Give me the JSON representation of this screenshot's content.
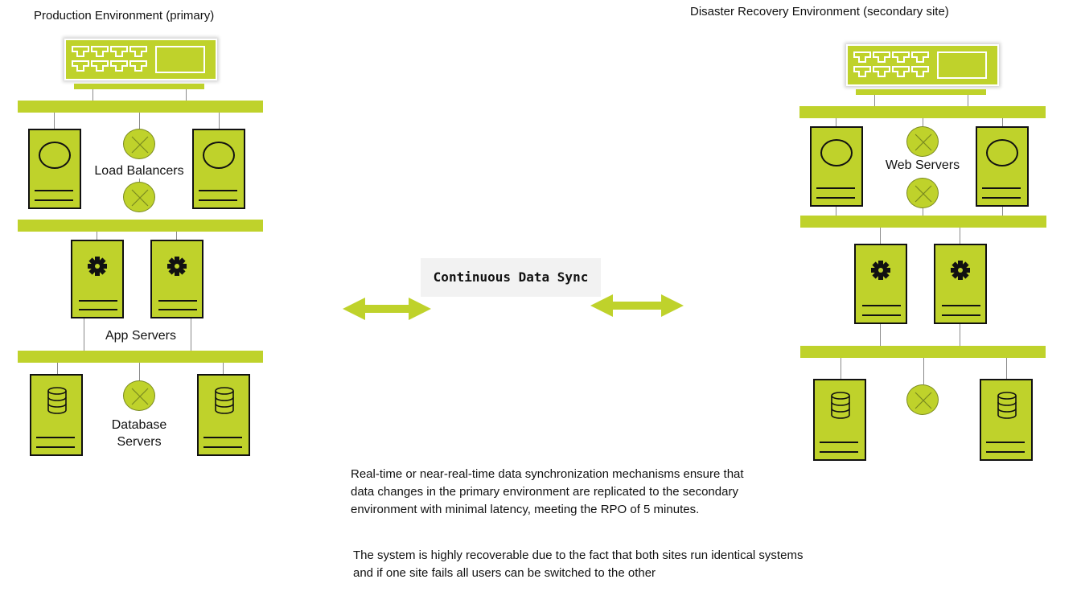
{
  "primary": {
    "title": "Production Environment (primary)",
    "load_balancers_label": "Load Balancers",
    "app_servers_label": "App Servers",
    "database_servers_label_line1": "Database",
    "database_servers_label_line2": "Servers"
  },
  "secondary": {
    "title": "Disaster Recovery Environment (secondary site)",
    "web_servers_label": "Web Servers"
  },
  "sync": {
    "label": "Continuous Data Sync"
  },
  "notes": {
    "paragraph1": "Real-time or near-real-time data synchronization mechanisms ensure that data changes in the primary environment are replicated to the secondary environment with minimal latency, meeting the RPO of 5 minutes.",
    "paragraph2": "The system is highly recoverable due to the fact that both sites run identical systems and if one site fails all users can be switched to the other"
  },
  "colors": {
    "accent": "#bfd22b",
    "outline": "#111111",
    "sync_background": "#f2f2f2"
  },
  "icons": [
    "network-switch-icon",
    "server-icon",
    "gear-icon",
    "database-icon",
    "router-cross-icon",
    "double-arrow-icon"
  ]
}
